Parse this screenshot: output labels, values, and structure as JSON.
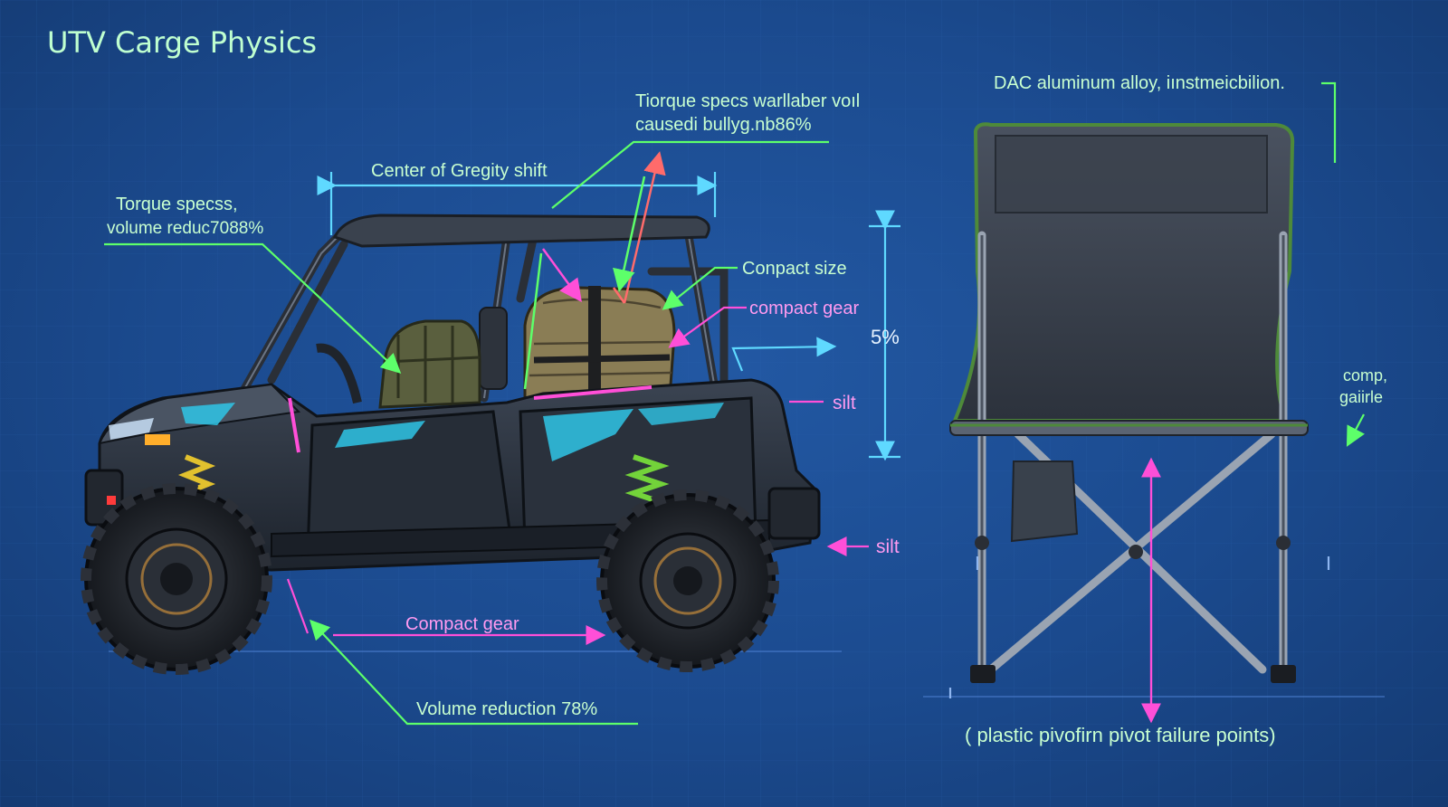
{
  "title": "UTV Carge Physics",
  "annotations": {
    "torque_top_line1": "Tiorque specs warllaber voıl",
    "torque_top_line2": "causedi bullyg.nb86%",
    "torque_left_line1": "Torque specss,",
    "torque_left_line2": "volume reduc7088%",
    "cog_shift": "Center of Gregity shift",
    "compact_size": "Conpact size",
    "compact_gear_top": "compact gear",
    "percent": "5%",
    "silt_upper": "silt",
    "silt_lower": "silt",
    "compact_gear_bottom": "Compact gear",
    "volume_reduction": "Volume reduction 78%",
    "chair_material": "DAC aluminum alloy, iınstmeicbilion.",
    "comp_line1": "comp,",
    "comp_line2": "gaiirle",
    "pivot_failure": "( plastic pivofirn pivot failure points)"
  },
  "colors": {
    "background": "#1b4a8e",
    "green": "#5dff6a",
    "pink": "#ff4fd8",
    "cyan": "#5fd9ff",
    "title": "#bfffd0"
  }
}
